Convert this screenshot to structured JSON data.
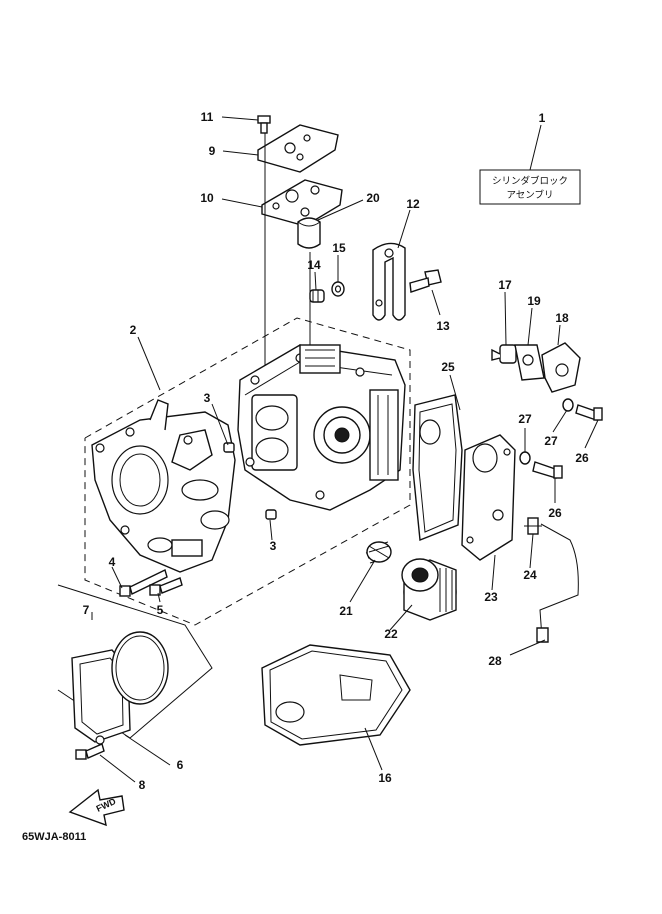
{
  "diagram": {
    "part_code": "65WJA-8011",
    "assembly_label_line1": "シリンダブロック",
    "assembly_label_line2": "アセンブリ",
    "fwd_label": "FWD",
    "callouts": [
      {
        "id": "1",
        "text": "1"
      },
      {
        "id": "2",
        "text": "2"
      },
      {
        "id": "3a",
        "text": "3"
      },
      {
        "id": "3b",
        "text": "3"
      },
      {
        "id": "4",
        "text": "4"
      },
      {
        "id": "5",
        "text": "5"
      },
      {
        "id": "6",
        "text": "6"
      },
      {
        "id": "7",
        "text": "7"
      },
      {
        "id": "8",
        "text": "8"
      },
      {
        "id": "9",
        "text": "9"
      },
      {
        "id": "10",
        "text": "10"
      },
      {
        "id": "11",
        "text": "11"
      },
      {
        "id": "12",
        "text": "12"
      },
      {
        "id": "13",
        "text": "13"
      },
      {
        "id": "14",
        "text": "14"
      },
      {
        "id": "15",
        "text": "15"
      },
      {
        "id": "16",
        "text": "16"
      },
      {
        "id": "17",
        "text": "17"
      },
      {
        "id": "18",
        "text": "18"
      },
      {
        "id": "19",
        "text": "19"
      },
      {
        "id": "20",
        "text": "20"
      },
      {
        "id": "21",
        "text": "21"
      },
      {
        "id": "22",
        "text": "22"
      },
      {
        "id": "23",
        "text": "23"
      },
      {
        "id": "24",
        "text": "24"
      },
      {
        "id": "25",
        "text": "25"
      },
      {
        "id": "26a",
        "text": "26"
      },
      {
        "id": "26b",
        "text": "26"
      },
      {
        "id": "27a",
        "text": "27"
      },
      {
        "id": "27b",
        "text": "27"
      },
      {
        "id": "28",
        "text": "28"
      }
    ]
  }
}
